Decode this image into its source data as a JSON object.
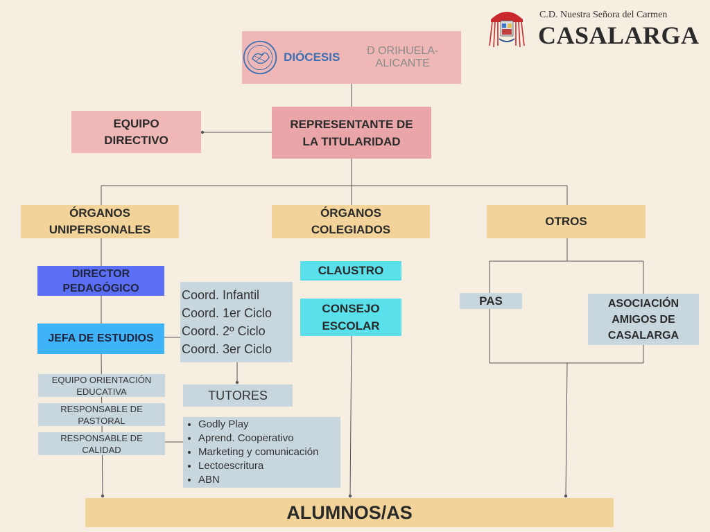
{
  "logo": {
    "subtitle": "C.D. Nuestra Señora del Carmen",
    "name": "CASALARGA"
  },
  "diocese": {
    "word1": "DIÓCESIS",
    "word2": "D ORIHUELA-ALICANTE"
  },
  "nodes": {
    "equipo_directivo": [
      "EQUIPO",
      "DIRECTIVO"
    ],
    "representante": [
      "REPRESENTANTE DE",
      "LA TITULARIDAD"
    ],
    "unipersonales": [
      "ÓRGANOS",
      "UNIPERSONALES"
    ],
    "colegiados": [
      "ÓRGANOS",
      "COLEGIADOS"
    ],
    "otros": "OTROS",
    "director": [
      "DIRECTOR",
      "PEDAGÓGICO"
    ],
    "jefa": "JEFA DE ESTUDIOS",
    "coords": [
      "Coord. Infantil",
      "Coord. 1er Ciclo",
      "Coord. 2º Ciclo",
      "Coord. 3er Ciclo"
    ],
    "tutores": "TUTORES",
    "orientacion": [
      "EQUIPO ORIENTACIÓN",
      "EDUCATIVA"
    ],
    "pastoral": [
      "RESPONSABLE DE",
      "PASTORAL"
    ],
    "calidad": [
      "RESPONSABLE DE",
      "CALIDAD"
    ],
    "programas": [
      "Godly Play",
      "Aprend. Cooperativo",
      "Marketing y comunicación",
      "Lectoescritura",
      "ABN"
    ],
    "claustro": "CLAUSTRO",
    "consejo": [
      "CONSEJO",
      "ESCOLAR"
    ],
    "pas": "PAS",
    "asociacion": [
      "ASOCIACIÓN",
      "AMIGOS DE",
      "CASALARGA"
    ],
    "alumnos": "ALUMNOS/AS"
  }
}
